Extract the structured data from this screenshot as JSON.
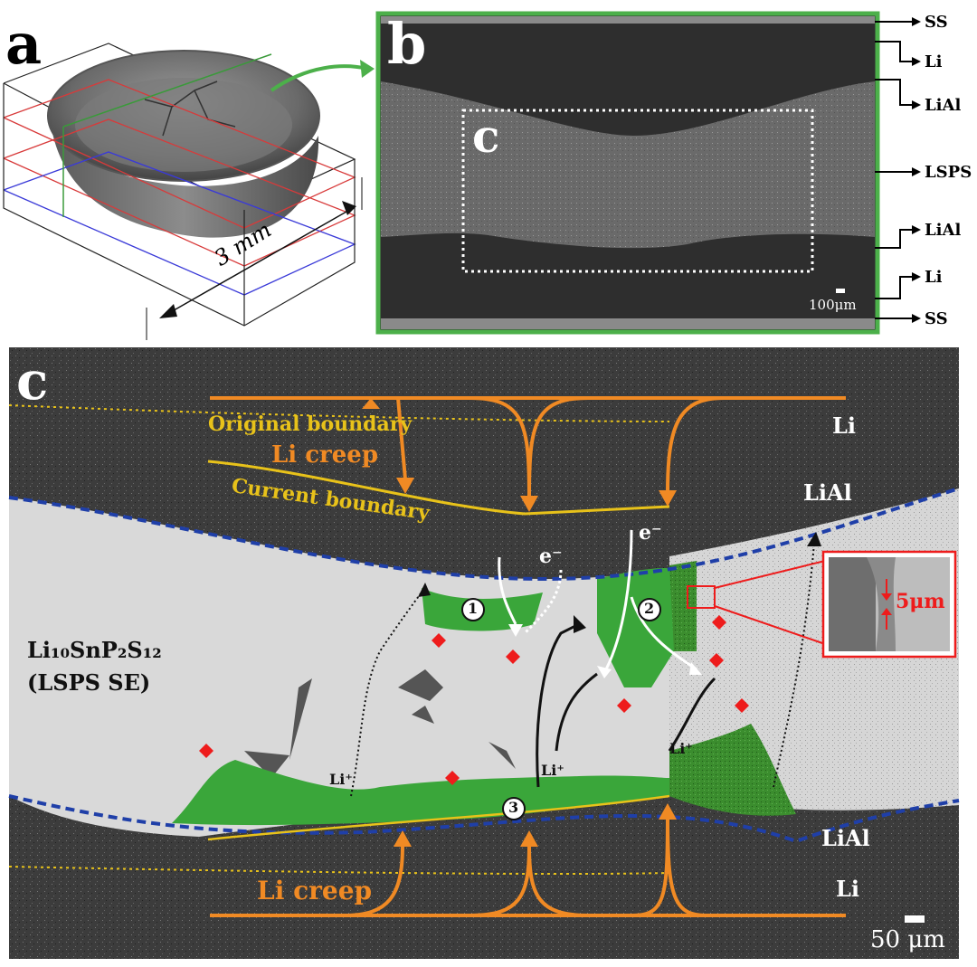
{
  "panel_a": {
    "letter": "a",
    "scale_label": "3 mm"
  },
  "panel_b": {
    "letter": "b",
    "inset_letter": "c",
    "scale_label": "100μm",
    "layers": [
      "SS",
      "Li",
      "LiAl",
      "LSPS",
      "LiAl",
      "Li",
      "SS"
    ]
  },
  "panel_c": {
    "letter": "c",
    "original_boundary": "Original boundary",
    "li_creep_top": "Li creep",
    "current_boundary": "Current boundary",
    "li_top": "Li",
    "lial_top": "LiAl",
    "lial_bottom": "LiAl",
    "li_bottom": "Li",
    "li_creep_bottom": "Li creep",
    "se_label_line1": "Li₁₀SnP₂S₁₂",
    "se_label_line2": "(LSPS SE)",
    "electron_1": "e⁻",
    "electron_2": "e⁻",
    "li_ion_1": "Li⁺",
    "li_ion_2": "Li⁺",
    "li_ion_3": "Li⁺",
    "marker_1": "1",
    "marker_2": "2",
    "marker_3": "3",
    "inset_scale": "5μm",
    "scale_label": "50 μm"
  },
  "colors": {
    "green_highlight": "#3aa63a",
    "orange_arrow": "#f08a24",
    "yellow_line": "#e8c21a",
    "blue_dash": "#1f3fa8",
    "red_marker": "#ee1c1c",
    "frame_green": "#4cb04a"
  }
}
